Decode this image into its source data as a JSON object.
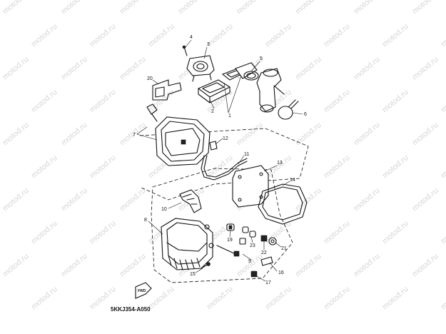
{
  "diagram": {
    "code": "5KKJ354-A050",
    "fwd_label": "FWD",
    "watermark": "motod.ru"
  },
  "callouts": [
    {
      "id": "1",
      "label": "1"
    },
    {
      "id": "2",
      "label": "2"
    },
    {
      "id": "3",
      "label": "3"
    },
    {
      "id": "4",
      "label": "4"
    },
    {
      "id": "5",
      "label": "5"
    },
    {
      "id": "6",
      "label": "6"
    },
    {
      "id": "7",
      "label": "7"
    },
    {
      "id": "8",
      "label": "8"
    },
    {
      "id": "9",
      "label": "9"
    },
    {
      "id": "10",
      "label": "10"
    },
    {
      "id": "11",
      "label": "11"
    },
    {
      "id": "12",
      "label": "12"
    },
    {
      "id": "13",
      "label": "13"
    },
    {
      "id": "14",
      "label": "14"
    },
    {
      "id": "15",
      "label": "15"
    },
    {
      "id": "16",
      "label": "16"
    },
    {
      "id": "17",
      "label": "17"
    },
    {
      "id": "19",
      "label": "19"
    },
    {
      "id": "20",
      "label": "20"
    },
    {
      "id": "21",
      "label": "21"
    },
    {
      "id": "22",
      "label": "22"
    },
    {
      "id": "23",
      "label": "23"
    }
  ]
}
